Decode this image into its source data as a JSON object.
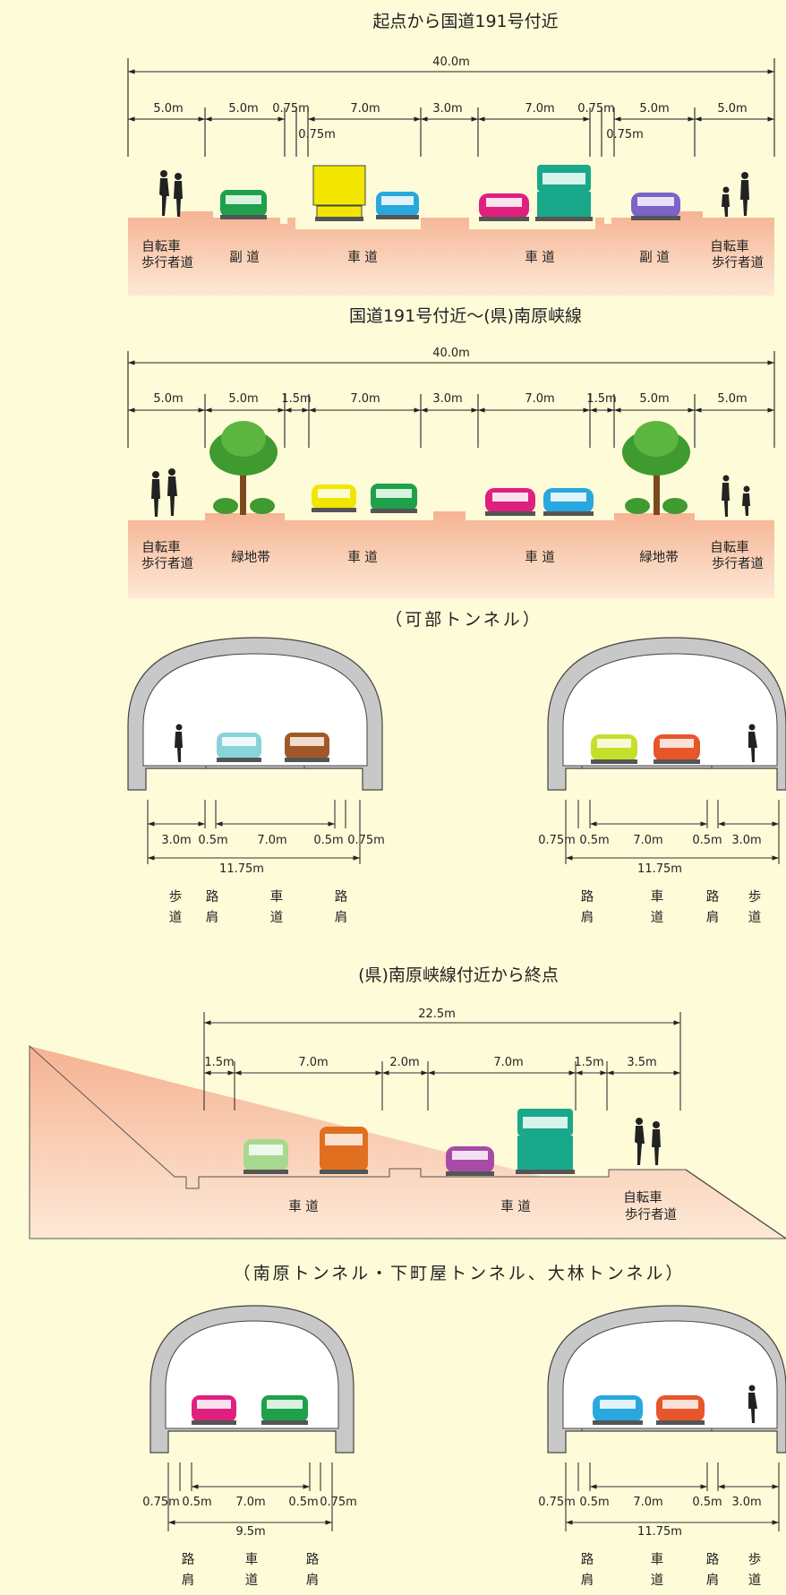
{
  "section1": {
    "title": "起点から国道191号付近",
    "total": "40.0m",
    "dims": [
      "5.0m",
      "5.0m",
      "0.75m",
      "7.0m",
      "3.0m",
      "7.0m",
      "0.75m",
      "5.0m",
      "5.0m"
    ],
    "sub_dims": [
      "0.75m",
      "0.75m"
    ],
    "labels": [
      "自転車",
      "歩行者道",
      "副 道",
      "車 道",
      "車 道",
      "副 道",
      "自転車",
      "歩行者道"
    ]
  },
  "section2": {
    "title": "国道191号付近～(県)南原峡線",
    "total": "40.0m",
    "dims": [
      "5.0m",
      "5.0m",
      "1.5m",
      "7.0m",
      "3.0m",
      "7.0m",
      "1.5m",
      "5.0m",
      "5.0m"
    ],
    "labels": [
      "自転車",
      "歩行者道",
      "緑地帯",
      "車 道",
      "車 道",
      "緑地帯",
      "自転車",
      "歩行者道"
    ]
  },
  "section3": {
    "title": "（可部トンネル）",
    "left": {
      "dims": [
        "3.0m",
        "0.5m",
        "7.0m",
        "0.5m",
        "0.75m"
      ],
      "total": "11.75m",
      "labels": [
        "歩",
        "道",
        "路",
        "肩",
        "車",
        "道",
        "路",
        "肩"
      ]
    },
    "right": {
      "dims": [
        "0.75m",
        "0.5m",
        "7.0m",
        "0.5m",
        "3.0m"
      ],
      "total": "11.75m",
      "labels": [
        "路",
        "肩",
        "車",
        "道",
        "路",
        "肩",
        "歩",
        "道"
      ]
    }
  },
  "section4": {
    "title": "(県)南原峡線付近から終点",
    "total": "22.5m",
    "dims": [
      "1.5m",
      "7.0m",
      "2.0m",
      "7.0m",
      "1.5m",
      "3.5m"
    ],
    "labels": [
      "車 道",
      "車 道",
      "自転車",
      "歩行者道"
    ]
  },
  "section5": {
    "title": "（南原トンネル・下町屋トンネル、大林トンネル）",
    "left": {
      "dims": [
        "0.75m",
        "0.5m",
        "7.0m",
        "0.5m",
        "0.75m"
      ],
      "total": "9.5m",
      "labels": [
        "路",
        "肩",
        "車",
        "道",
        "路",
        "肩"
      ]
    },
    "right": {
      "dims": [
        "0.75m",
        "0.5m",
        "7.0m",
        "0.5m",
        "3.0m"
      ],
      "total": "11.75m",
      "labels": [
        "路",
        "肩",
        "車",
        "道",
        "路",
        "肩",
        "歩",
        "道"
      ]
    }
  },
  "colors": {
    "background": "#fefbd8",
    "ground_top": "#f5b393",
    "ground_bottom": "#fde7d4",
    "tunnel_wall": "#c8c8c8",
    "tree": "#3f9a2f",
    "car_green": "#1ea14a",
    "car_yellow": "#f2e600",
    "car_blue": "#28a8de",
    "car_magenta": "#e0207f",
    "car_purple": "#7b63c8",
    "truck_teal": "#1aa88a",
    "car_orange": "#e8552a",
    "car_brown": "#a0582a",
    "car_lightblue": "#8ad3d8",
    "car_lime": "#c6df2a",
    "car_lightgreen": "#a8d890",
    "car_violet": "#a84aa8"
  }
}
